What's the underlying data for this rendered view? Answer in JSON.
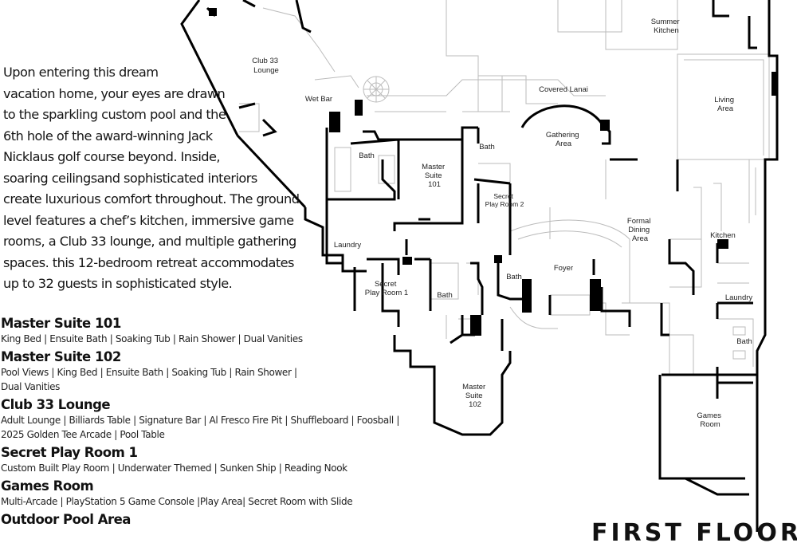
{
  "intro_lines": [
    "Upon entering this dream",
    "vacation home, your eyes are drawn",
    "to the sparkling custom pool and the",
    "6th hole of the award-winning Jack",
    "Nicklaus  golf course beyond. Inside,",
    "soaring ceilingsand sophisticated interiors",
    "create luxurious comfort throughout. The ground",
    " level features a chef’s kitchen, immersive game",
    "rooms, a Club 33 lounge, and multiple gathering",
    "spaces. this 12-bedroom retreat accommodates",
    "up to 32 guests in sophisticated style."
  ],
  "features": [
    {
      "title": "Master Suite 101",
      "lines": [
        "King Bed  |  Ensuite Bath  |  Soaking Tub  |  Rain Shower  |  Dual Vanities"
      ]
    },
    {
      "title": "Master Suite 102",
      "lines": [
        "Pool Views |  King Bed  |  Ensuite Bath  |  Soaking Tub | Rain Shower |",
        "Dual Vanities"
      ]
    },
    {
      "title": "Club 33 Lounge",
      "lines": [
        "Adult Lounge | Billiards Table | Signature Bar | Al Fresco Fire Pit | Shuffleboard |  Foosball |",
        "2025 Golden Tee Arcade | Pool Table"
      ]
    },
    {
      "title": "Secret Play Room 1",
      "lines": [
        "Custom Built Play Room |  Underwater Themed  | Sunken Ship | Reading Nook"
      ]
    },
    {
      "title": "Games Room",
      "lines": [
        "Multi-Arcade | PlayStation 5 Game Console |Play Area| Secret Room with Slide"
      ]
    },
    {
      "title": "Outdoor Pool Area",
      "lines": []
    }
  ],
  "rooms": {
    "summer_kitchen": [
      "Summer",
      "Kitchen"
    ],
    "club33": [
      "Club 33",
      "Lounge"
    ],
    "wet_bar": "Wet Bar",
    "covered_lanai": "Covered Lanai",
    "living": [
      "Living",
      "Area"
    ],
    "gathering": [
      "Gathering",
      "Area"
    ],
    "bath_ms101": "Bath",
    "bath_upper": "Bath",
    "master101": [
      "Master",
      "Suite",
      "101"
    ],
    "secret2": [
      "Secret",
      "Play Room 2"
    ],
    "formal_dining": [
      "Formal",
      "Dining",
      "Area"
    ],
    "kitchen": "Kitchen",
    "laundry_left": "Laundry",
    "foyer": "Foyer",
    "bath_foyer": "Bath",
    "secret1": [
      "Secret",
      "Play Room 1"
    ],
    "bath_ms102": "Bath",
    "laundry_right": "Laundry",
    "bath_right": "Bath",
    "master102": [
      "Master",
      "Suite",
      "102"
    ],
    "games_room": [
      "Games",
      "Room"
    ]
  },
  "floor_title": "FIRST FLOOR"
}
